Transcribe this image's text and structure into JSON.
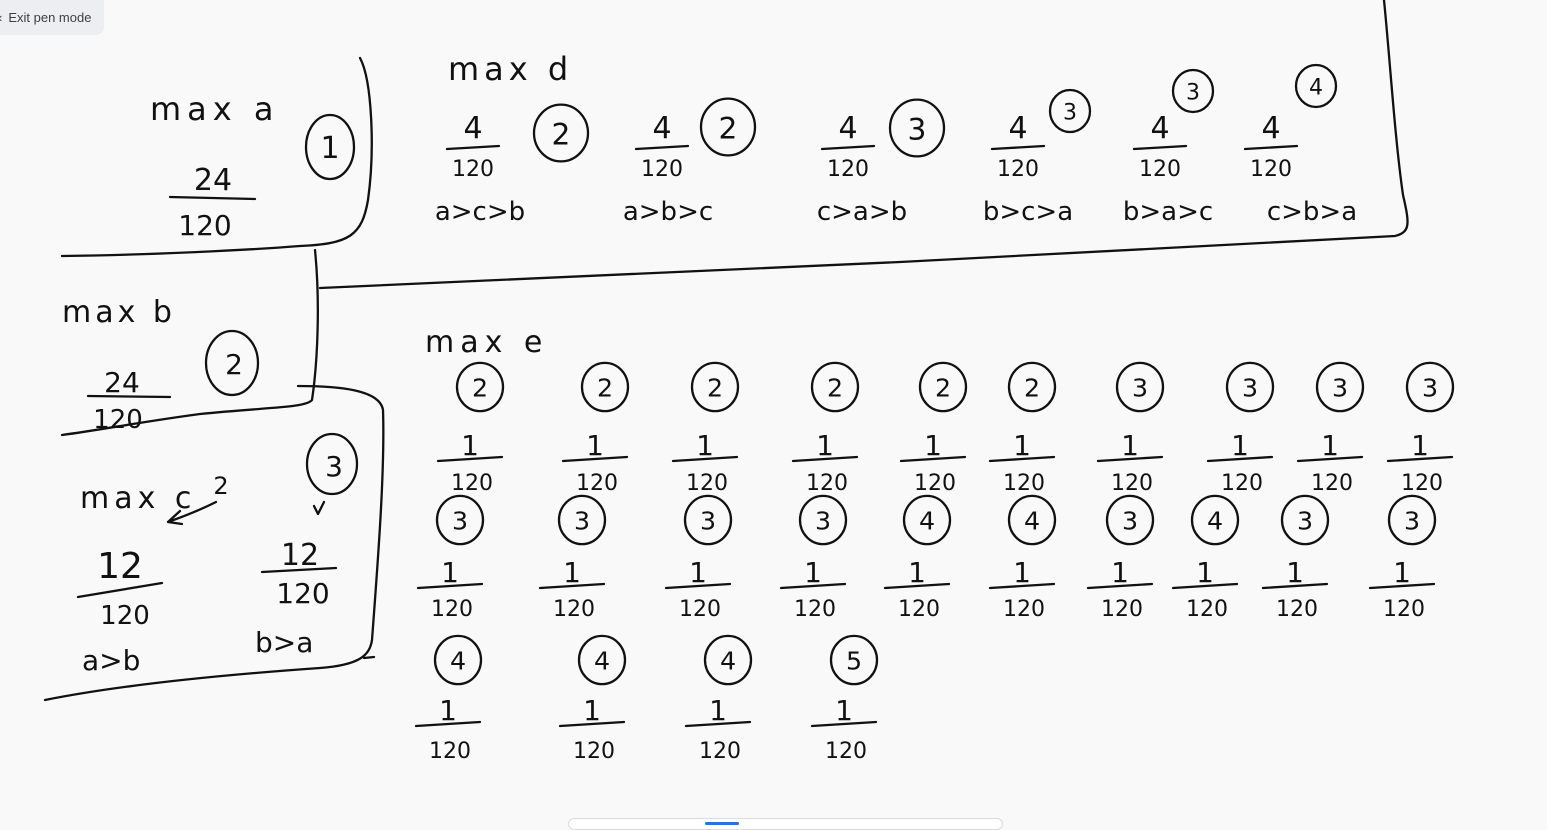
{
  "toolbar": {
    "exit_label": "Exit pen mode",
    "exit_icon": "chevron-left-icon"
  },
  "sections": {
    "a": {
      "heading": "max a",
      "badge": "1",
      "fraction": {
        "num": "24",
        "den": "120"
      }
    },
    "b": {
      "heading": "max b",
      "badge": "2",
      "fraction": {
        "num": "24",
        "den": "120"
      }
    },
    "c": {
      "heading": "max c",
      "note": "2",
      "badge": "3",
      "items": [
        {
          "num": "12",
          "den": "120",
          "order": "a>b"
        },
        {
          "num": "12",
          "den": "120",
          "order": "b>a"
        }
      ]
    },
    "d": {
      "heading": "max d",
      "items": [
        {
          "badge": "2",
          "num": "4",
          "den": "120",
          "order": "a>c>b"
        },
        {
          "badge": "2",
          "num": "4",
          "den": "120",
          "order": "a>b>c"
        },
        {
          "badge": "3",
          "num": "4",
          "den": "120",
          "order": "c>a>b"
        },
        {
          "badge": "3",
          "num": "4",
          "den": "120",
          "order": "b>c>a"
        },
        {
          "badge": "3",
          "num": "4",
          "den": "120",
          "order": "b>a>c"
        },
        {
          "badge": "4",
          "num": "4",
          "den": "120",
          "order": "c>b>a"
        }
      ]
    },
    "e": {
      "heading": "max e",
      "rows": [
        [
          {
            "badge": "2",
            "num": "1",
            "den": "120"
          },
          {
            "badge": "2",
            "num": "1",
            "den": "120"
          },
          {
            "badge": "2",
            "num": "1",
            "den": "120"
          },
          {
            "badge": "2",
            "num": "1",
            "den": "120"
          },
          {
            "badge": "2",
            "num": "1",
            "den": "120"
          },
          {
            "badge": "2",
            "num": "1",
            "den": "120"
          },
          {
            "badge": "3",
            "num": "1",
            "den": "120"
          },
          {
            "badge": "3",
            "num": "1",
            "den": "120"
          },
          {
            "badge": "3",
            "num": "1",
            "den": "120"
          },
          {
            "badge": "3",
            "num": "1",
            "den": "120"
          }
        ],
        [
          {
            "badge": "3",
            "num": "1",
            "den": "120"
          },
          {
            "badge": "3",
            "num": "1",
            "den": "120"
          },
          {
            "badge": "3",
            "num": "1",
            "den": "120"
          },
          {
            "badge": "3",
            "num": "1",
            "den": "120"
          },
          {
            "badge": "4",
            "num": "1",
            "den": "120"
          },
          {
            "badge": "4",
            "num": "1",
            "den": "120"
          },
          {
            "badge": "3",
            "num": "1",
            "den": "120"
          },
          {
            "badge": "4",
            "num": "1",
            "den": "120"
          },
          {
            "badge": "3",
            "num": "1",
            "den": "120"
          },
          {
            "badge": "3",
            "num": "1",
            "den": "120"
          }
        ],
        [
          {
            "badge": "4",
            "num": "1",
            "den": "120"
          },
          {
            "badge": "4",
            "num": "1",
            "den": "120"
          },
          {
            "badge": "4",
            "num": "1",
            "den": "120"
          },
          {
            "badge": "5",
            "num": "1",
            "den": "120"
          }
        ]
      ]
    }
  }
}
